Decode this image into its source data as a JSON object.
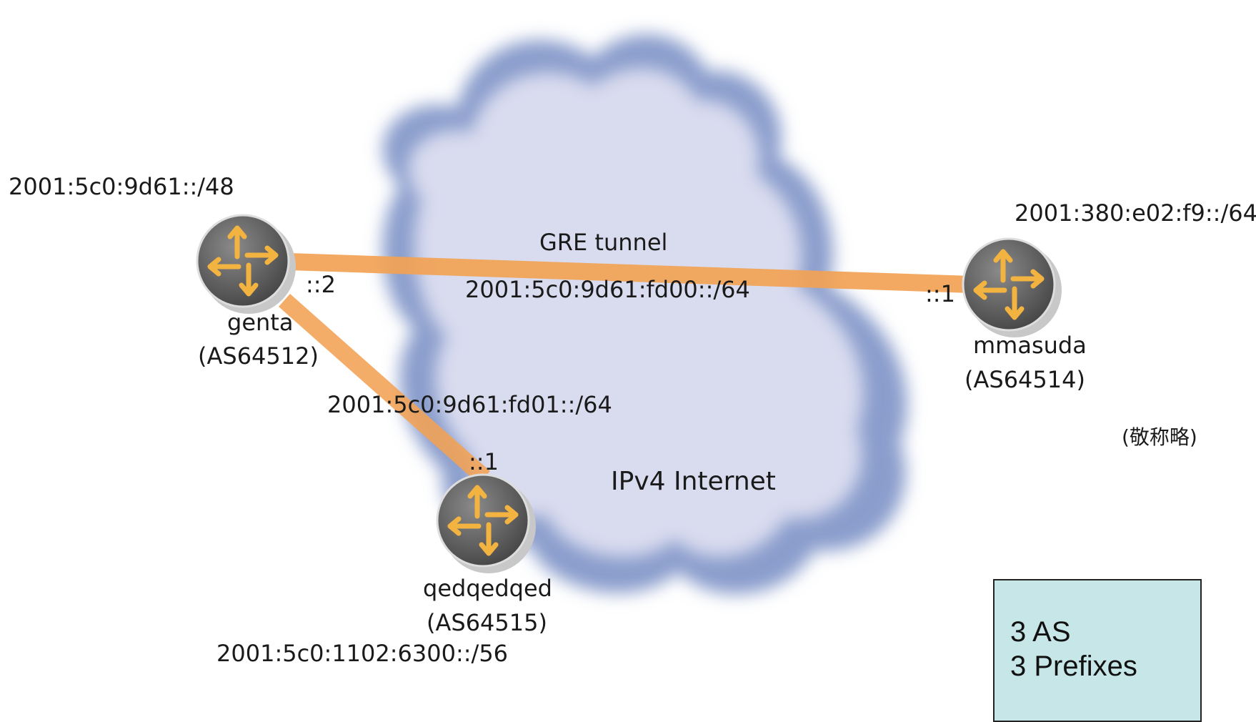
{
  "cloud": {
    "label": "IPv4 Internet"
  },
  "routers": [
    {
      "name": "genta",
      "as": "(AS64512)",
      "prefix": "2001:5c0:9d61::/48"
    },
    {
      "name": "mmasuda",
      "as": "(AS64514)",
      "prefix": "2001:380:e02:f9::/64"
    },
    {
      "name": "qedqedqed",
      "as": "(AS64515)",
      "prefix": "2001:5c0:1102:6300::/56"
    }
  ],
  "links": [
    {
      "title": "GRE tunnel",
      "subnet": "2001:5c0:9d61:fd00::/64",
      "end_a": "::2",
      "end_b": "::1"
    },
    {
      "subnet": "2001:5c0:9d61:fd01::/64",
      "end_b": "::1"
    }
  ],
  "note": "(敬称略)",
  "summary": {
    "line1": "3 AS",
    "line2": "3 Prefixes"
  },
  "colors": {
    "link": "#f2a254",
    "cloud_fill": "#d9dcef",
    "cloud_edge": "#8a9dcc",
    "router_body": "#6e6e6e",
    "router_arrows": "#f2b340",
    "summary_bg": "#c6e6e8"
  },
  "icons": [
    "router-icon"
  ]
}
